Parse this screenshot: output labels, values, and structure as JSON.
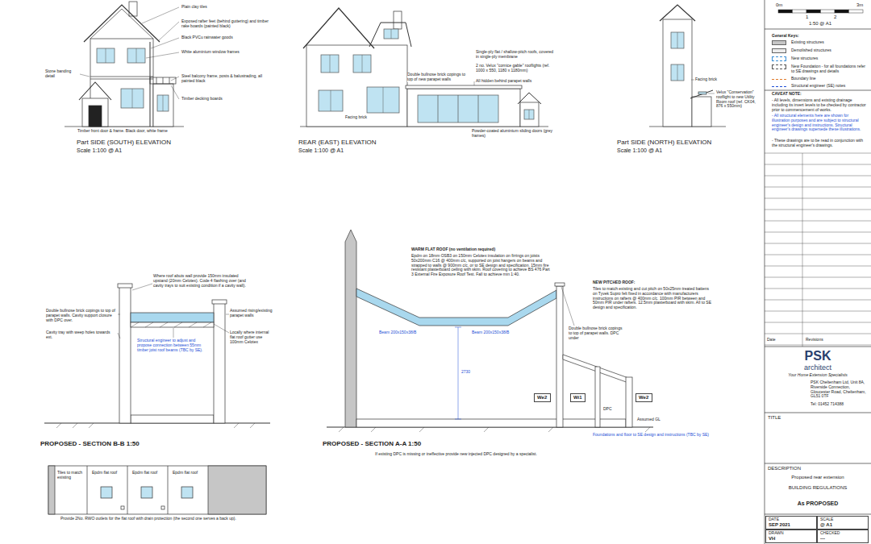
{
  "diagram": {
    "nodes": [
      {
        "text": [
          "We2"
        ]
      },
      {
        "text": [
          "Wi1"
        ]
      },
      {
        "text": [
          "We2"
        ]
      },
      {
        "text": [
          "DATE",
          "SEP 2021"
        ]
      },
      {
        "text": [
          "SCALE",
          "@ A1"
        ]
      },
      {
        "text": [
          "DRAWN",
          "VH"
        ]
      },
      {
        "text": [
          "CHECKED",
          "---"
        ]
      }
    ],
    "labels": [
      "Plain clay tiles",
      "Exposed rafter feet (behind guttering) and timber rake boards (painted black)",
      "Black PVCu rainwater goods",
      "White aluminium window frames",
      "Steel balcony frame, posts & balustrading, all painted black",
      "Timber decking boards",
      "Stone banding detail",
      "Timber front door & frame. Black door, white frame",
      "Part SIDE (SOUTH) ELEVATION",
      "Scale 1:100 @ A1",
      "Single-ply flat / shallow-pitch roofs, covered in single-ply membrane",
      "2 no. Velux \"cornice gable\" rooflights (ref. 1000 x 550, 1180 x 1180mm)",
      "All hidden behind parapet walls",
      "Double bullnose brick copings to top of new parapet walls",
      "Facing brick",
      "Powder-coated aluminium sliding doors (grey frames)",
      "REAR (EAST) ELEVATION",
      "Scale 1:100 @ A1",
      "Facing brick",
      "Velux \"Conservation\" rooflight to new Utility Room roof (ref. CK04, 876 x 550mm)",
      "Part SIDE (NORTH) ELEVATION",
      "Scale 1:100 @ A1",
      "0m",
      "1",
      "2",
      "3m",
      "1:50 @ A1",
      "General Keys:",
      "CAVEAT NOTE:",
      "- All levels, dimensions and existing drainage including its invert levels to be checked by contractor prior to commencement of works.",
      "- All structural elements here are shown for illustration purposes and are subject to structural engineer's design and instructions. Structural engineer's drawings supersede these illustrations.",
      "- These drawings are to be read in conjunction with the structural engineer's drawings.",
      "Date",
      "Revisions",
      "PSK",
      "architect",
      "Your Home Extension Specialists",
      "PSK Cheltenham Ltd, Unit 8A, Riverside Connection, Gloucester Road, Cheltenham, GL51 0TF",
      "Tel: 01452 714388",
      "TITLE",
      "DESCRIPTION",
      "Proposed rear extension",
      "BUILDING REGULATIONS",
      "As PROPOSED",
      "PROPOSED - SECTION B-B 1:50",
      "Where roof abuts wall provide 150mm insulated upstand (20mm Celotex). Code 4 flashing over (and cavity trays to suit existing condition if a cavity wall).",
      "Double bullnose brick copings to top of parapet walls. Cavity support closure with DPC over.",
      "Cavity tray with weep holes towards ext.",
      "Structural engineer to adjust and propose connection between 55mm timber joist roof beams (TBC by SE).",
      "Assumed rising/existing parapet walls",
      "Locally where internal flat roof gutter use 100mm Celotex",
      "PROPOSED - SECTION A-A 1:50",
      "WARM FLAT ROOF (no ventilation required)",
      "Epdm on 18mm OSB3 on 150mm Celotex insulation on firrings on joists 50x200mm C16 @ 400mm c/c, supported on joist hangers on beams and strapped to walls @ 900mm c/c, or to SE design and specification. 15mm fire resistant plasterboard ceiling with skim. Roof covering to achieve BS 476 Part 3 External Fire Exposure Roof Test. Fall to achieve min 1:40.",
      "NEW PITCHED ROOF:",
      "Tiles to match existing and cut pitch on 50x25mm treated battens on Tyvek Supro felt fixed in accordance with manufacturers instructions on rafters @ 400mm c/c. 100mm PIR between and 50mm PIR under rafters. 12.5mm plasterboard with skim. All to SE design and specification.",
      "Double bullnose brick copings to top of parapet walls. DPC under",
      "Beam 200x150x38/B",
      "Beam 200x150x38/B",
      "2730",
      "DPC",
      "Assumed GL",
      "Foundations and floor to SE design and instructions (TBC by SE)",
      "If existing DPC is missing or ineffective provide new injected DPC designed by a specialist.",
      "Tiles to match existing",
      "Epdm flat roof",
      "Epdm flat roof",
      "Epdm flat roof",
      "Provide 2No. RWO outlets for the flat roof with drain protection (the second one serves a back up)."
    ],
    "legend": [
      {
        "text": "Existing structures",
        "color": "#c6c6c6"
      },
      {
        "text": "Demolished structures",
        "color": "#ececec"
      },
      {
        "text": "New structures"
      },
      {
        "text": "New Foundation - for all foundations refer to SE drawings and details"
      },
      {
        "text": "Boundary line"
      },
      {
        "text": "Structural engineer (SE) notes"
      }
    ]
  }
}
